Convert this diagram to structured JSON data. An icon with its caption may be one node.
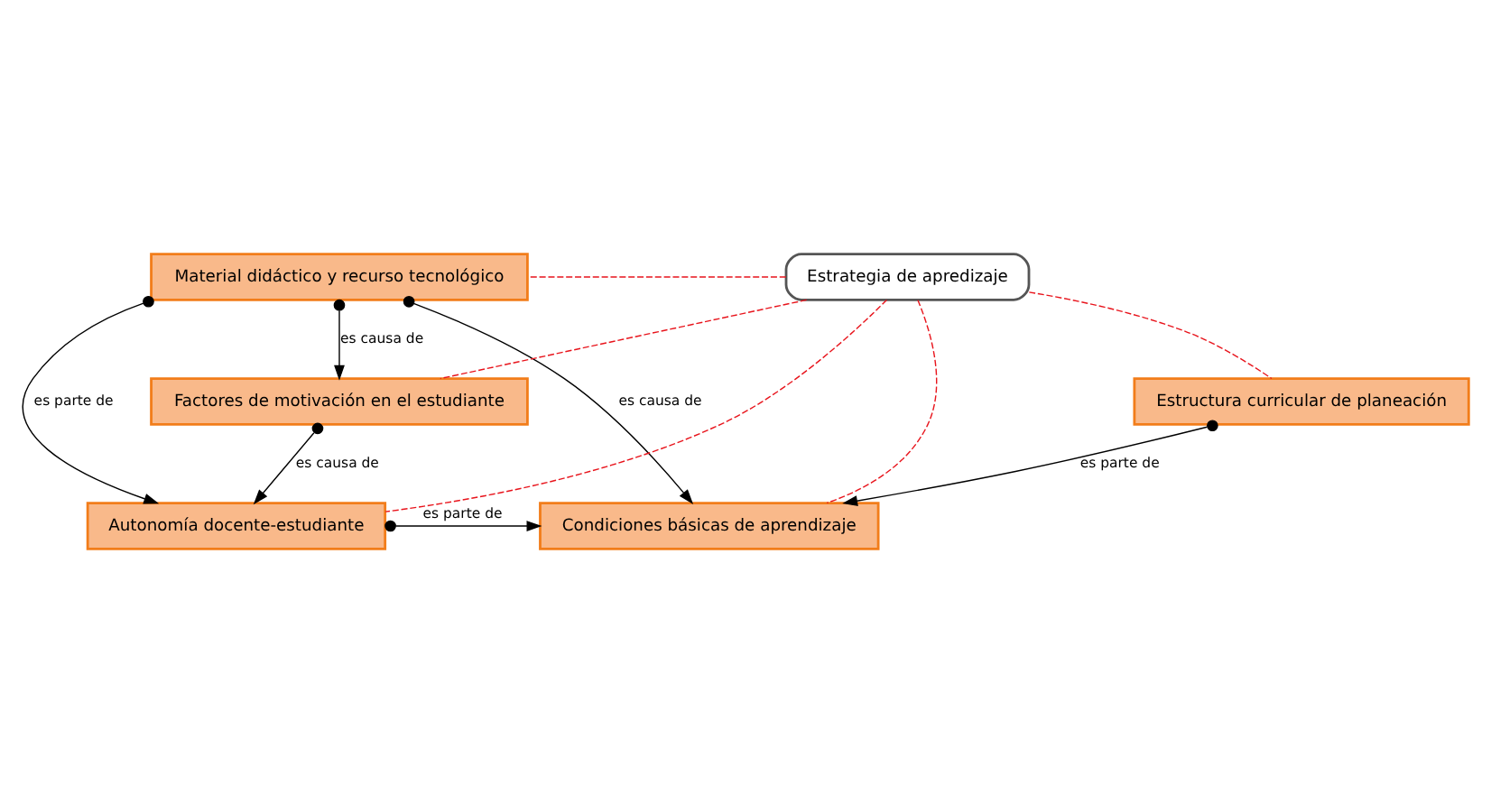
{
  "diagram": {
    "nodes": [
      {
        "text": [
          "Material didáctico y recurso tecnológico"
        ]
      },
      {
        "text": [
          "Autonomía docente-estudiante"
        ]
      },
      {
        "text": [
          "Condiciones básicas de aprendizaje"
        ]
      },
      {
        "text": [
          "Factores de motivación en el estudiante"
        ]
      },
      {
        "text": [
          "Estructura curricular de planeación"
        ]
      },
      {
        "text": [
          "Estrategia de apredizaje"
        ]
      }
    ],
    "edges": [
      {
        "from": 0,
        "to": 1,
        "arrow": "to",
        "label": "es parte de"
      },
      {
        "from": 0,
        "to": 2,
        "arrow": "to",
        "label": "es causa de"
      },
      {
        "from": 1,
        "to": 2,
        "arrow": "to",
        "label": "es parte de"
      },
      {
        "from": 0,
        "to": 3,
        "arrow": "to",
        "label": "es causa de"
      },
      {
        "from": 3,
        "to": 1,
        "arrow": "to",
        "label": "es causa de"
      },
      {
        "from": 4,
        "to": 2,
        "arrow": "to",
        "label": "es parte de"
      },
      {
        "from": 5,
        "to": 1,
        "arrow": "none",
        "style": "dashed",
        "color": "#e8141c"
      },
      {
        "from": 5,
        "to": 0,
        "arrow": "none",
        "style": "dashed",
        "color": "#e8141c"
      },
      {
        "from": 5,
        "to": 2,
        "arrow": "none",
        "style": "dashed",
        "color": "#e8141c"
      },
      {
        "from": 5,
        "to": 3,
        "arrow": "none",
        "style": "dashed",
        "color": "#e8141c"
      },
      {
        "from": 5,
        "to": 4,
        "arrow": "none",
        "style": "dashed",
        "color": "#e8141c"
      }
    ]
  }
}
